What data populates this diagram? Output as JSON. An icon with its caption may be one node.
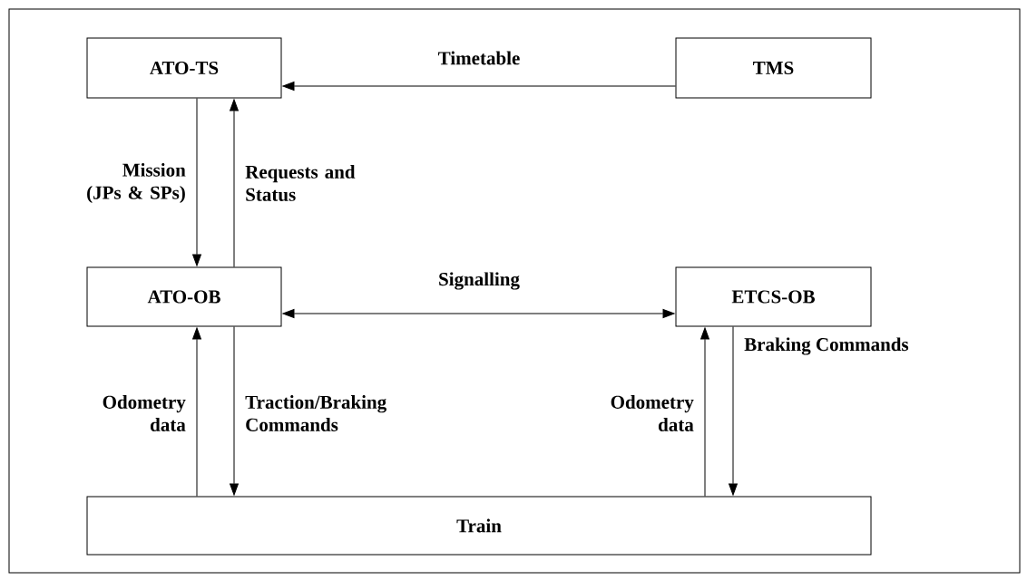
{
  "diagram": {
    "nodes": [
      {
        "text": [
          "ATO-TS"
        ]
      },
      {
        "text": [
          "TMS"
        ]
      },
      {
        "text": [
          "ATO-OB"
        ]
      },
      {
        "text": [
          "ETCS-OB"
        ]
      },
      {
        "text": [
          "Train"
        ]
      }
    ],
    "edges": [
      {
        "from": 1,
        "to": 0,
        "arrow": "to",
        "label": "Timetable"
      },
      {
        "from": 0,
        "to": 2,
        "arrow": "to",
        "label": "Mission (JPs & SPs)"
      },
      {
        "from": 2,
        "to": 0,
        "arrow": "to",
        "label": "Requests and Status"
      },
      {
        "from": 2,
        "to": 3,
        "arrow": "both",
        "label": "Signalling"
      },
      {
        "from": 4,
        "to": 2,
        "arrow": "to",
        "label": "Odometry data"
      },
      {
        "from": 2,
        "to": 4,
        "arrow": "to",
        "label": "Traction/Braking Commands"
      },
      {
        "from": 4,
        "to": 3,
        "arrow": "to",
        "label": "Odometry data"
      },
      {
        "from": 3,
        "to": 4,
        "arrow": "to",
        "label": "Braking Commands"
      }
    ]
  }
}
